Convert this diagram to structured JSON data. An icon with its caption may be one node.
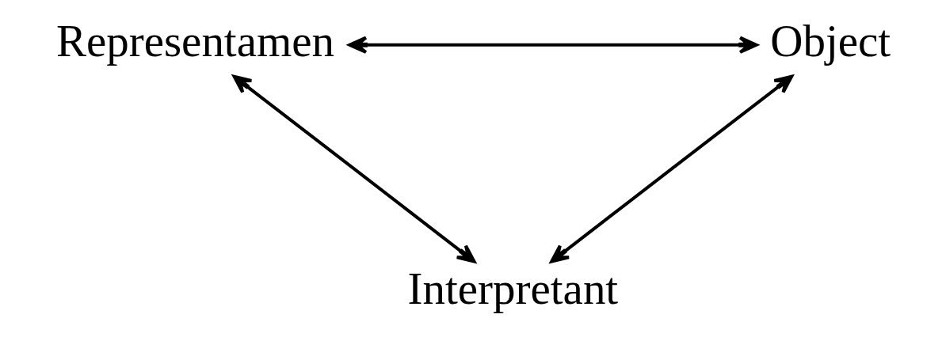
{
  "diagram": {
    "nodes": [
      {
        "text": [
          "Representamen"
        ]
      },
      {
        "text": [
          "Object"
        ]
      },
      {
        "text": [
          "Interpretant"
        ]
      }
    ],
    "edges": [
      {
        "from": 0,
        "to": 1,
        "arrow": "both"
      },
      {
        "from": 0,
        "to": 2,
        "arrow": "both"
      },
      {
        "from": 1,
        "to": 2,
        "arrow": "both"
      }
    ]
  }
}
